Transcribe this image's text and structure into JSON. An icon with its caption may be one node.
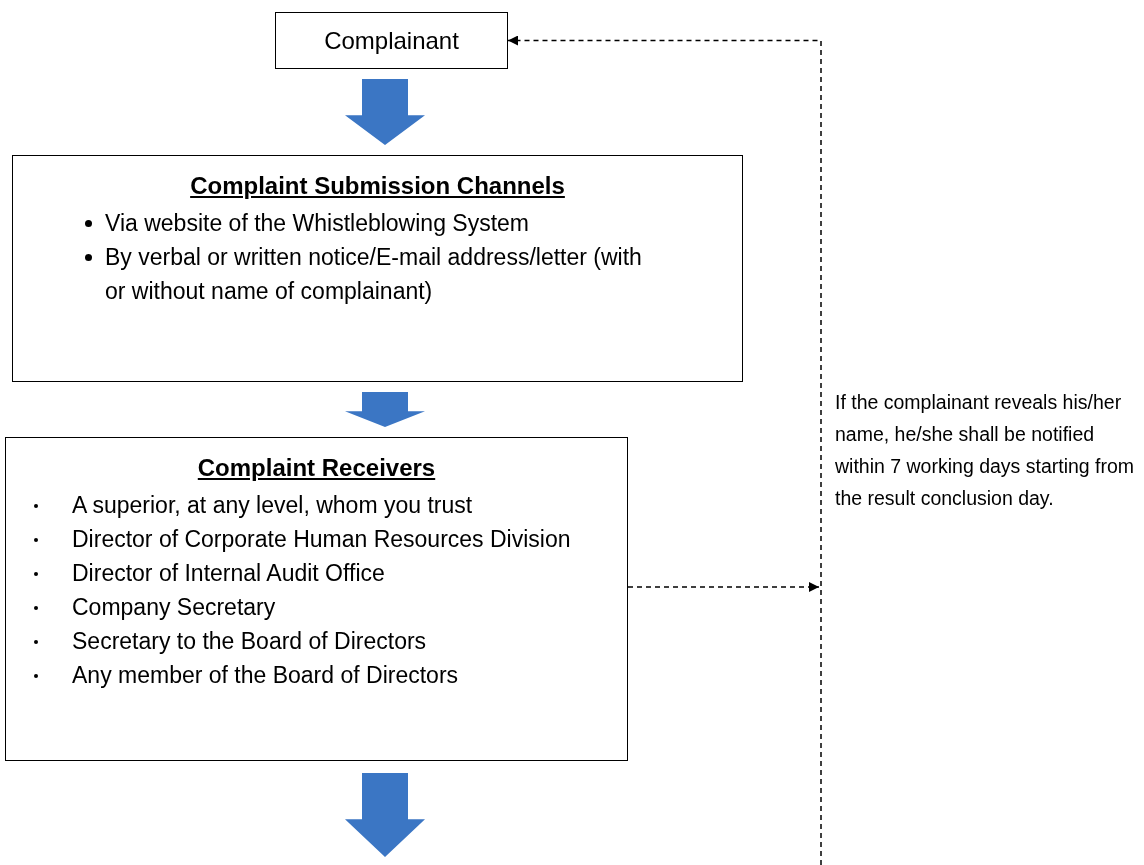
{
  "diagram": {
    "nodes": [
      {
        "text": [
          "Complainant"
        ]
      },
      {
        "text": [
          "Complaint Submission Channels",
          "Via website of the Whistleblowing System",
          "By verbal or written notice/E-mail address/letter (with or without name of complainant)"
        ]
      },
      {
        "text": [
          "Complaint Receivers",
          "A superior, at any level, whom you trust",
          "Director of Corporate Human Resources Division",
          "Director of Internal Audit Office",
          "Company Secretary",
          "Secretary to the Board of Directors",
          "Any member of the Board of Directors"
        ]
      }
    ],
    "edges": [
      {
        "from": 0,
        "to": 1,
        "arrow": "to",
        "style": "thick",
        "color": "#3b76c4"
      },
      {
        "from": 1,
        "to": 2,
        "arrow": "to",
        "style": "thick",
        "color": "#3b76c4"
      },
      {
        "from": 2,
        "to": null,
        "arrow": "to",
        "style": "thick",
        "color": "#3b76c4"
      },
      {
        "from": null,
        "to": 0,
        "arrow": "to",
        "style": "dashed"
      },
      {
        "from": 2,
        "to": null,
        "arrow": "to",
        "style": "dashed"
      }
    ],
    "labels": [
      "If the complainant reveals his/her name, he/she shall be notified within 7 working days starting from the result conclusion day."
    ]
  }
}
